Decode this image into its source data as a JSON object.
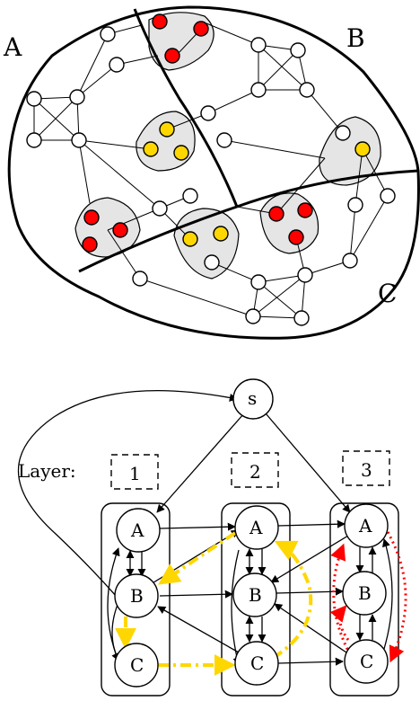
{
  "top_diagram": {
    "region_labels": [
      "A",
      "B",
      "C"
    ]
  },
  "bottom_diagram": {
    "source_label": "s",
    "layer_caption": "Layer:",
    "layer_numbers": [
      "1",
      "2",
      "3"
    ],
    "node_labels": [
      "A",
      "B",
      "C"
    ]
  },
  "colors": {
    "red": "#ff0000",
    "yellow": "#ffd700",
    "gray": "#e5e5e5",
    "dotted_red": "#ff0000",
    "dashdot_yellow": "#ffd700"
  }
}
